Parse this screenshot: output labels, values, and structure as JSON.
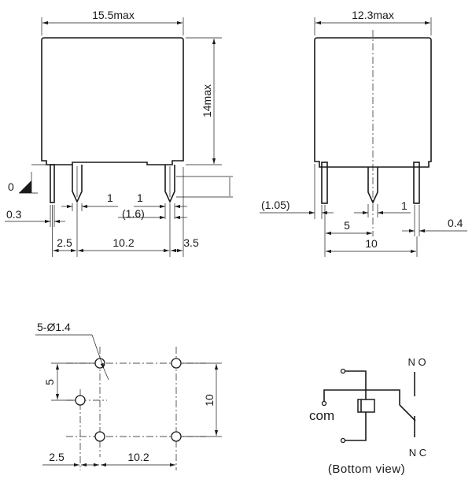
{
  "front_view": {
    "width_dim": "15.5max",
    "height_dim": "14max",
    "angle_dim": "0",
    "pin_thickness_dim": "0.3",
    "pin_width_dim_1": "1",
    "pin_width_dim_2": "1",
    "pin_width_dim_3": "(1.6)",
    "edge_to_pin_dim": "2.5",
    "pin_pitch_dim": "10.2",
    "right_overhang_dim": "3.5"
  },
  "side_view": {
    "width_dim": "12.3max",
    "standoff_dim": "(1.05)",
    "pin_width_dim": "1",
    "half_pitch_dim": "5",
    "pin_thickness_dim": "0.4",
    "pin_span_dim": "10"
  },
  "bottom_view": {
    "hole_callout": "5-Ø1.4",
    "row_pitch_dim": "5",
    "row_span_dim": "10",
    "edge_to_hole_dim": "2.5",
    "column_pitch_dim": "10.2"
  },
  "schematic": {
    "label_no": "N O",
    "label_nc": "N C",
    "label_com": "com",
    "caption": "(Bottom view)"
  }
}
